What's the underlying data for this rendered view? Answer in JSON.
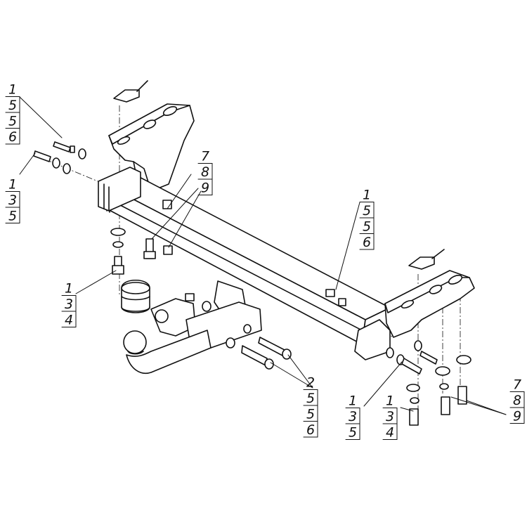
{
  "callouts": [
    {
      "id": "a",
      "items": [
        "1",
        "5",
        "5",
        "6"
      ]
    },
    {
      "id": "b",
      "items": [
        "1",
        "3",
        "5"
      ]
    },
    {
      "id": "c",
      "items": [
        "7",
        "8",
        "9"
      ]
    },
    {
      "id": "d",
      "items": [
        "1",
        "5",
        "5",
        "6"
      ]
    },
    {
      "id": "e",
      "items": [
        "1",
        "3",
        "4"
      ]
    },
    {
      "id": "f",
      "items": [
        "2",
        "5",
        "5",
        "6"
      ]
    },
    {
      "id": "g",
      "items": [
        "1",
        "3",
        "5"
      ]
    },
    {
      "id": "h",
      "items": [
        "1",
        "3",
        "4"
      ]
    },
    {
      "id": "i",
      "items": [
        "7",
        "8",
        "9"
      ]
    }
  ]
}
